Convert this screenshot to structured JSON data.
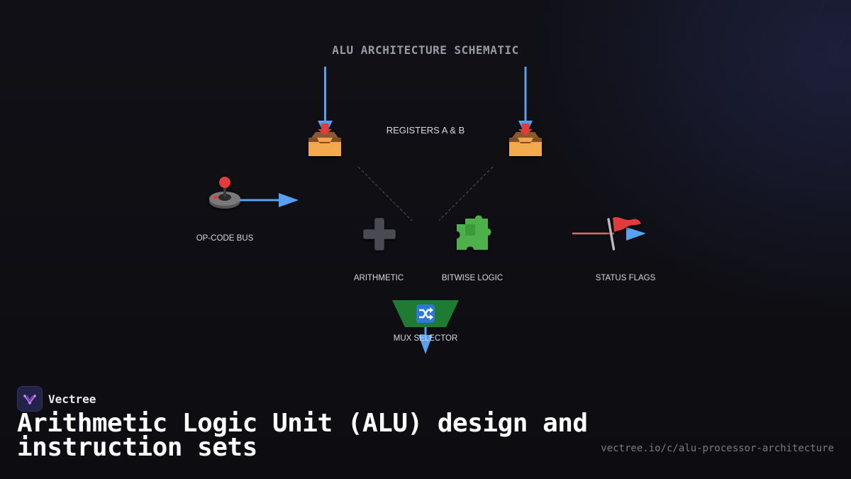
{
  "diagram": {
    "title": "ALU ARCHITECTURE SCHEMATIC",
    "registers_label": "REGISTERS A & B",
    "nodes": {
      "opcode_bus": "OP-CODE BUS",
      "arithmetic": "ARITHMETIC",
      "bitwise_logic": "BITWISE LOGIC",
      "status_flags": "STATUS FLAGS",
      "mux_selector": "MUX SELECTOR"
    },
    "icons": {
      "register_a": "inbox-tray-icon",
      "register_b": "inbox-tray-icon",
      "opcode_bus": "joystick-icon",
      "arithmetic": "plus-icon",
      "bitwise_logic": "puzzle-piece-icon",
      "status_flags": "flag-icon",
      "mux_selector": "shuffle-icon"
    },
    "colors": {
      "flow_arrow": "#5aa0f0",
      "status_line": "#e06b6b",
      "mux_fill": "#1f7a32",
      "accent_red": "#e23b3b"
    }
  },
  "brand": {
    "name": "Vectree"
  },
  "headline": "Arithmetic Logic Unit (ALU) design and instruction sets",
  "url": "vectree.io/c/alu-processor-architecture"
}
